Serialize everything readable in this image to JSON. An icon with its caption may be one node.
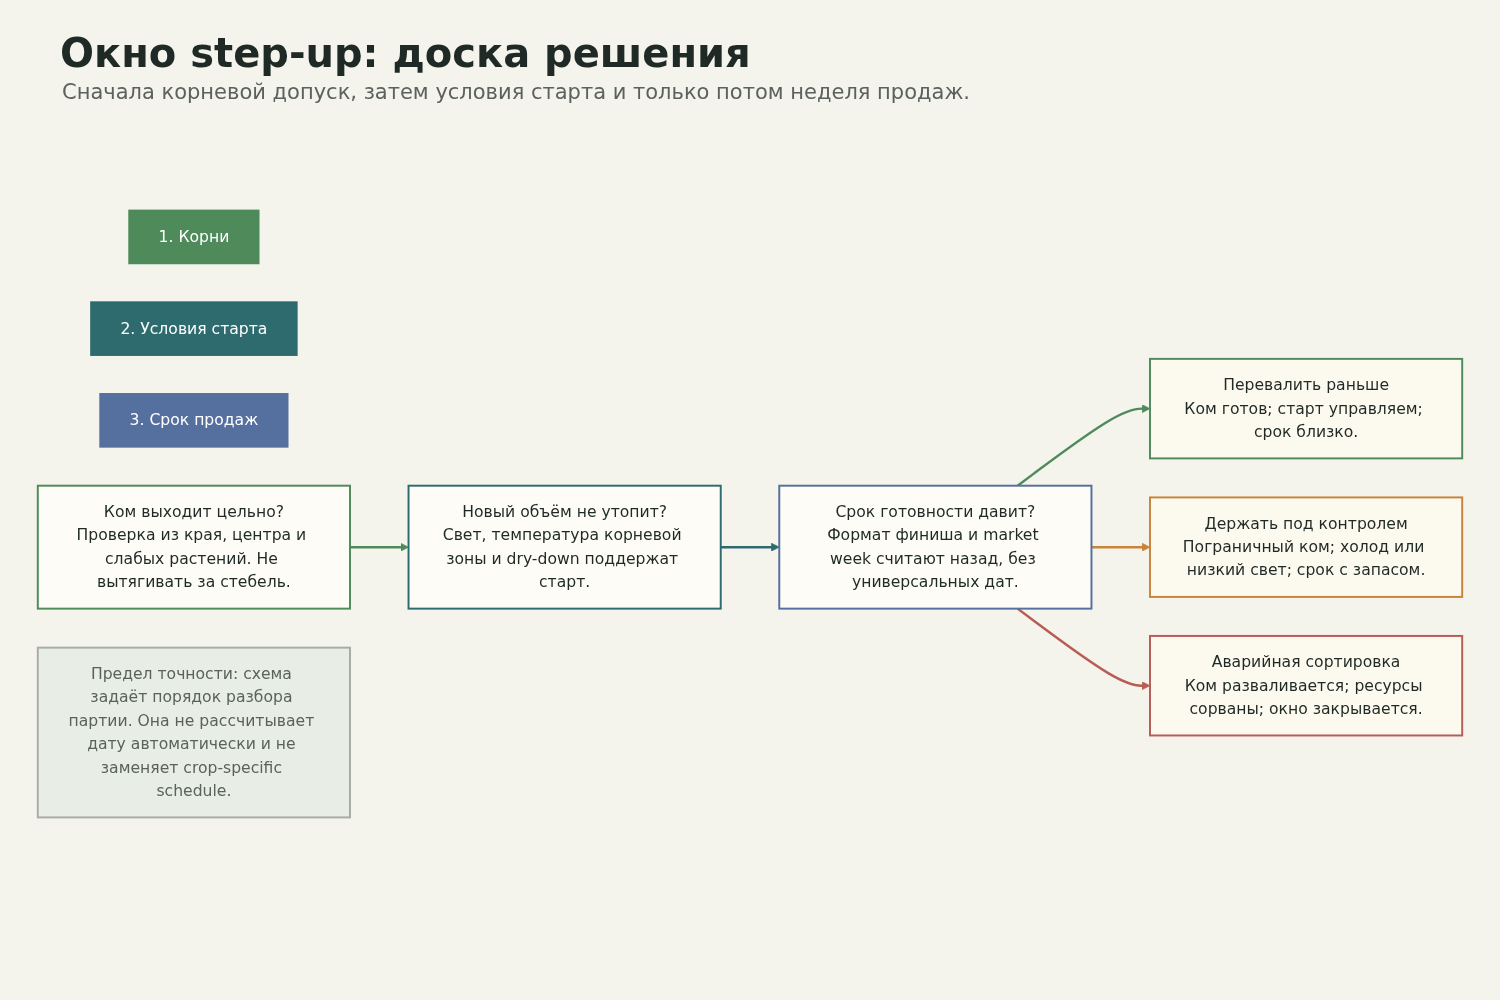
{
  "diagram": {
    "title": "Окно step-up: доска решения",
    "caption": "Сначала корневой допуск, затем условия старта и только потом неделя продаж.",
    "nodes": [
      {
        "text": [
          "1. Корни"
        ]
      },
      {
        "text": [
          "2. Условия старта"
        ]
      },
      {
        "text": [
          "3. Срок продаж"
        ]
      },
      {
        "text": [
          "Ком выходит цельно?",
          "Проверка из края, центра и слабых растений. Не вытягивать за стебель."
        ]
      },
      {
        "text": [
          "Новый объём не утопит?",
          "Свет, температура корневой зоны и dry-down поддержат старт."
        ]
      },
      {
        "text": [
          "Срок готовности давит?",
          "Формат финиша и market week считают назад, без универсальных дат."
        ]
      },
      {
        "text": [
          "Перевалить раньше",
          "Ком готов; старт управляем; срок близко."
        ]
      },
      {
        "text": [
          "Держать под контролем",
          "Пограничный ком; холод или низкий свет; срок с запасом."
        ]
      },
      {
        "text": [
          "Аварийная сортировка",
          "Ком разваливается; ресурсы сорваны; окно закрывается."
        ]
      },
      {
        "text": [
          "Предел точности: схема задаёт порядок разбора партии. Она не рассчитывает дату автоматически и не заменяет crop-specific schedule."
        ]
      }
    ],
    "edges": [
      {
        "from": 3,
        "to": 4,
        "arrow": "to",
        "color": "#4f8a5b"
      },
      {
        "from": 4,
        "to": 5,
        "arrow": "to",
        "color": "#2e6b6e"
      },
      {
        "from": 5,
        "to": 6,
        "arrow": "to",
        "color": "#4f8a5b"
      },
      {
        "from": 5,
        "to": 7,
        "arrow": "to",
        "color": "#c8843a"
      },
      {
        "from": 5,
        "to": 8,
        "arrow": "to",
        "color": "#b85c55"
      }
    ]
  }
}
